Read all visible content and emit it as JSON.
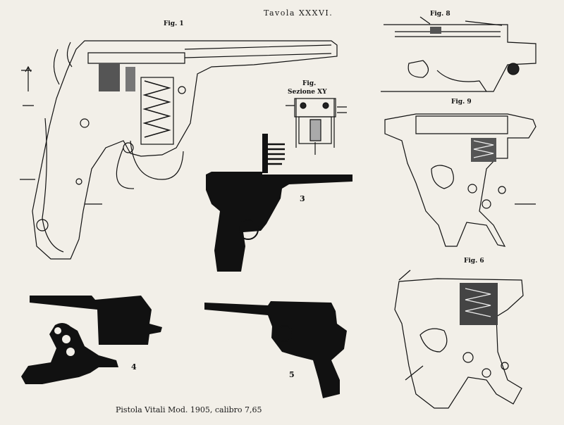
{
  "plate": {
    "title": "Tavola XXXVI.",
    "caption": "Pistola Vitali Mod. 1905, calibro 7,65"
  },
  "figures": {
    "fig1": "Fig. 1",
    "figxy_a": "Fig.",
    "figxy_b": "Sezione XY",
    "fig_tr": "Fig. 8",
    "fig_mr": "Fig. 9",
    "fig_br": "Fig. 6",
    "n3": "3",
    "n4": "4",
    "n5": "5"
  },
  "colors": {
    "paper": "#f2efe8",
    "ink": "#111111"
  }
}
